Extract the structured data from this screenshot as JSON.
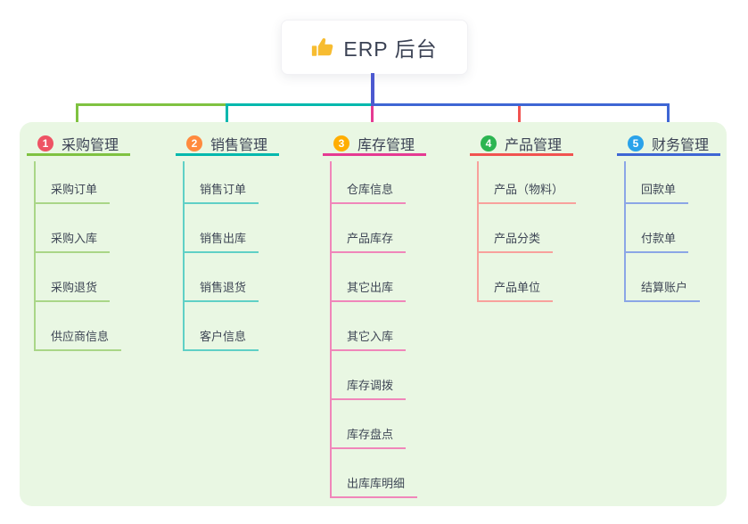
{
  "root": {
    "title": "ERP 后台",
    "icon": "thumbs-up-icon",
    "icon_color": "#f7bc31"
  },
  "canvas": {
    "panel_bg": "#e9f7e3",
    "trunk_color": "#4c59d0"
  },
  "branches": [
    {
      "index": "1",
      "title": "采购管理",
      "badge_color": "#ee5364",
      "line_color": "#7fc241",
      "light_color": "#a9d687",
      "children": [
        "采购订单",
        "采购入库",
        "采购退货",
        "供应商信息"
      ]
    },
    {
      "index": "2",
      "title": "销售管理",
      "badge_color": "#ff8a3e",
      "line_color": "#00b8ad",
      "light_color": "#5fd0c6",
      "children": [
        "销售订单",
        "销售出库",
        "销售退货",
        "客户信息"
      ]
    },
    {
      "index": "3",
      "title": "库存管理",
      "badge_color": "#ffae02",
      "line_color": "#e53a92",
      "light_color": "#f086ba",
      "children": [
        "仓库信息",
        "产品库存",
        "其它出库",
        "其它入库",
        "库存调拨",
        "库存盘点",
        "出库库明细"
      ]
    },
    {
      "index": "4",
      "title": "产品管理",
      "badge_color": "#2cb551",
      "line_color": "#f15350",
      "light_color": "#f8a19c",
      "children": [
        "产品（物料）",
        "产品分类",
        "产品单位"
      ]
    },
    {
      "index": "5",
      "title": "财务管理",
      "badge_color": "#2aa2ea",
      "line_color": "#3e66d4",
      "light_color": "#8ba6e6",
      "children": [
        "回款单",
        "付款单",
        "结算账户"
      ]
    }
  ]
}
